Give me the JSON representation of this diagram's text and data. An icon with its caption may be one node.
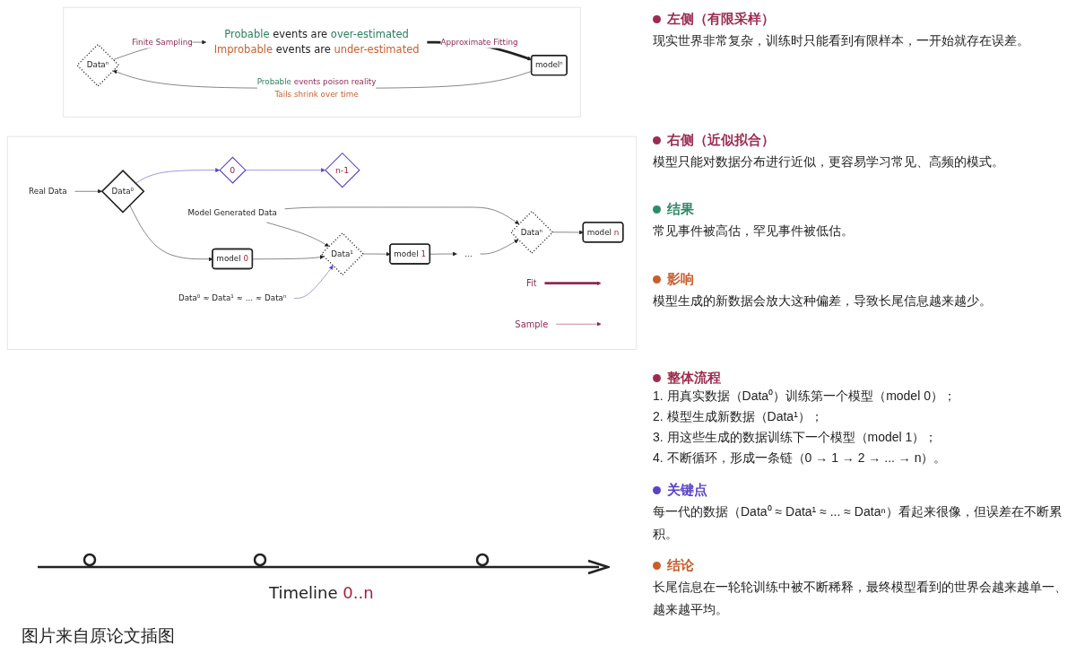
{
  "diagram": {
    "caption": "图片来自原论文插图",
    "nodes": [
      {
        "text": [],
        "shape": "box"
      },
      {
        "text": [
          "Probable events are over-estimated",
          "Improbable events are under-estimated"
        ],
        "in": 0
      },
      {
        "text": [
          "Dataⁿ"
        ],
        "in": 0
      },
      {
        "text": [
          "modelⁿ"
        ],
        "in": 0
      },
      {
        "text": [],
        "shape": "box"
      },
      {
        "text": [
          "Real Data"
        ],
        "in": 4
      },
      {
        "text": [
          "Model Generated Data"
        ],
        "in": 4
      },
      {
        "text": [
          "Data⁰"
        ],
        "in": 4
      },
      {
        "text": [
          "model 0"
        ],
        "in": 4
      },
      {
        "text": [
          "0"
        ],
        "in": 4
      },
      {
        "text": [
          "Data¹"
        ],
        "in": 4
      },
      {
        "text": [
          "model 1"
        ],
        "in": 4
      },
      {
        "text": [
          "..."
        ],
        "in": 4
      },
      {
        "text": [
          "n-1"
        ],
        "in": 4
      },
      {
        "text": [
          "Dataⁿ"
        ],
        "in": 4
      },
      {
        "text": [
          "model n"
        ],
        "in": 4
      },
      {
        "text": [
          "Fit"
        ],
        "in": 4
      },
      {
        "text": [
          "Sample"
        ],
        "in": 4
      },
      {
        "text": [
          "Data⁰ ≈ Data¹ ≈ ... ≈ Dataⁿ"
        ],
        "in": 4
      }
    ],
    "edges": [
      {
        "from": 2,
        "to": 1,
        "arrow": "to",
        "label": "Finite Sampling"
      },
      {
        "from": 1,
        "to": 3,
        "arrow": "to",
        "label": "Approximate Fitting",
        "style": "thick"
      },
      {
        "from": 3,
        "to": 2,
        "arrow": "to",
        "label": "Probable events poison reality Tails shrink over time"
      },
      {
        "from": 5,
        "to": 7,
        "arrow": "to"
      },
      {
        "from": 7,
        "to": 8,
        "arrow": "to"
      },
      {
        "from": 8,
        "to": 10,
        "arrow": "to"
      },
      {
        "from": 10,
        "to": 11,
        "arrow": "to"
      },
      {
        "from": 11,
        "to": 12,
        "arrow": "to"
      },
      {
        "from": 12,
        "to": 14,
        "arrow": "to"
      },
      {
        "from": 14,
        "to": 15,
        "arrow": "to"
      },
      {
        "from": 6,
        "to": 10,
        "arrow": "to"
      },
      {
        "from": 6,
        "to": 14,
        "arrow": "to"
      },
      {
        "from": 7,
        "to": 9,
        "arrow": "to",
        "color": "#5b3fc4"
      },
      {
        "from": 9,
        "to": 13,
        "arrow": "to",
        "color": "#5b3fc4"
      },
      {
        "from": 16,
        "to": null,
        "arrow": "to",
        "style": "thick",
        "color": "#8e2a55"
      },
      {
        "from": 17,
        "to": null,
        "arrow": "to",
        "color": "#8e2a55"
      },
      {
        "from": 18,
        "to": 10,
        "arrow": "to",
        "color": "#5b3fc4"
      }
    ],
    "labels": [
      "Timeline 0..n",
      "左侧（有限采样）",
      "现实世界非常复杂，训练时只能看到有限样本，一开始就存在误差。",
      "右侧（近似拟合）",
      "模型只能对数据分布进行近似，更容易学习常见、高频的模式。",
      "结果",
      "常见事件被高估，罕见事件被低估。",
      "影响",
      "模型生成的新数据会放大这种偏差，导致长尾信息越来越少。",
      "整体流程",
      "1. 用真实数据（Data⁰）训练第一个模型（model 0）；",
      "2. 模型生成新数据（Data¹）；",
      "3. 用这些生成的数据训练下一个模型（model 1）；",
      "4. 不断循环，形成一条链（0 → 1 → 2 → ... → n）。",
      "关键点",
      "每一代的数据（Data⁰ ≈ Data¹ ≈ ... ≈ Dataⁿ）看起来很像，但误差在不断累积。",
      "结论",
      "长尾信息在一轮轮训练中被不断稀释，最终模型看到的世界会越来越单一、越来越平均。"
    ]
  }
}
